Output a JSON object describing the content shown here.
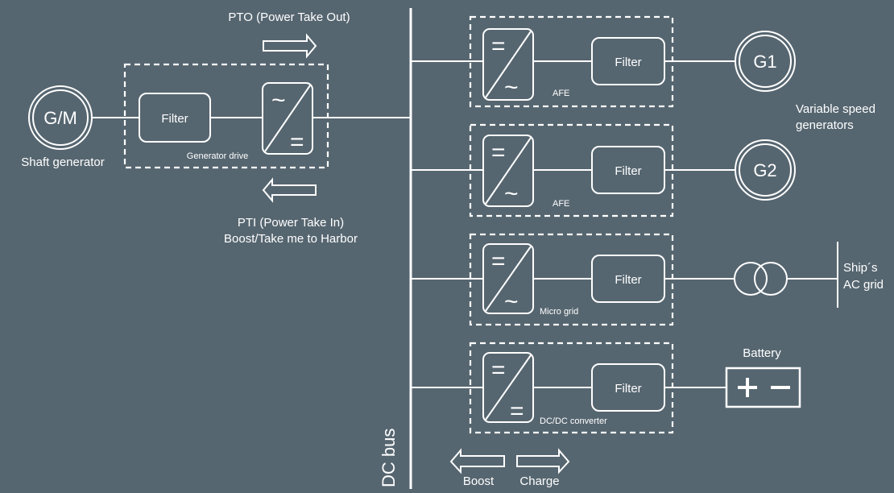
{
  "colors": {
    "background": "#566670",
    "stroke": "#ffffff"
  },
  "labels": {
    "pto": "PTO (Power Take Out)",
    "pti_line1": "PTI (Power Take In)",
    "pti_line2": "Boost/Take me to Harbor",
    "shaft_generator": "Shaft generator",
    "gm": "G/M",
    "generator_drive": "Generator drive",
    "dc_bus": "DC bus",
    "boost": "Boost",
    "charge": "Charge",
    "variable_speed_line1": "Variable speed",
    "variable_speed_line2": "generators",
    "ships_ac_grid_line1": "Ship´s",
    "ships_ac_grid_line2": "AC grid",
    "battery": "Battery",
    "filter": "Filter",
    "g1": "G1",
    "g2": "G2",
    "afe": "AFE",
    "micro_grid": "Micro grid",
    "dcdc_converter": "DC/DC converter"
  },
  "symbols": {
    "dc_sign": "=",
    "ac_sign": "~",
    "plus": "+",
    "minus": "−"
  }
}
